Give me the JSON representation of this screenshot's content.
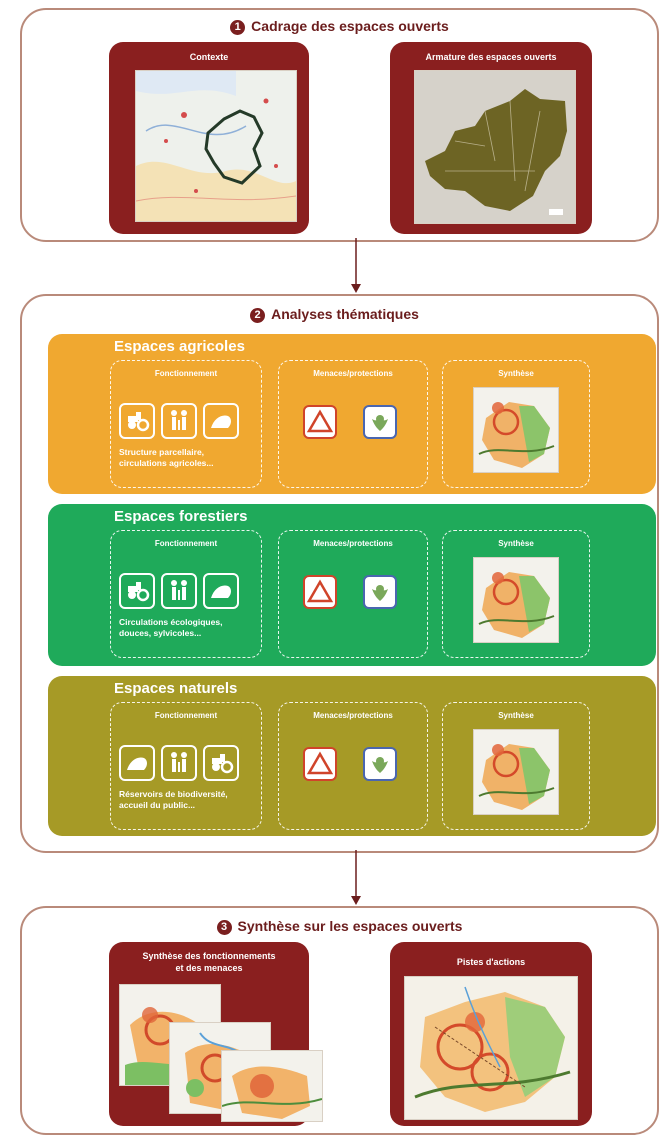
{
  "colors": {
    "frame": "#b98a7a",
    "dark_red": "#8a1f1f",
    "agricole": "#f0a830",
    "forestier": "#1faa5a",
    "naturel": "#a69a26",
    "threat_red": "#d0442a",
    "protect_blue": "#4a66b0"
  },
  "step1": {
    "number": "1",
    "title": "Cadrage des espaces ouverts",
    "cards": [
      {
        "label": "Contexte",
        "map_icon": "context-map"
      },
      {
        "label": "Armature des espaces ouverts",
        "map_icon": "open-space-map"
      }
    ]
  },
  "step2": {
    "number": "2",
    "title": "Analyses thématiques",
    "bands": [
      {
        "title": "Espaces agricoles",
        "color": "#f0a830",
        "fonctionnement": "Fonctionnement",
        "icons": [
          "tractor-icon",
          "people-icon",
          "frog-icon"
        ],
        "caption": "Structure parcellaire, circulations agricoles...",
        "menaces": "Menaces/protections",
        "synthese": "Synthèse"
      },
      {
        "title": "Espaces forestiers",
        "color": "#1faa5a",
        "fonctionnement": "Fonctionnement",
        "icons": [
          "tractor-icon",
          "people-icon",
          "frog-icon"
        ],
        "caption": "Circulations écologiques, douces, sylvicoles...",
        "menaces": "Menaces/protections",
        "synthese": "Synthèse"
      },
      {
        "title": "Espaces naturels",
        "color": "#a69a26",
        "fonctionnement": "Fonctionnement",
        "icons": [
          "frog-icon",
          "people-icon",
          "tractor-icon"
        ],
        "caption": "Réservoirs de biodiversité, accueil du public...",
        "menaces": "Menaces/protections",
        "synthese": "Synthèse"
      }
    ]
  },
  "step3": {
    "number": "3",
    "title": "Synthèse sur les espaces ouverts",
    "cards": [
      {
        "label_line1": "Synthèse des fonctionnements",
        "label_line2": "et des menaces"
      },
      {
        "label_line1": "Pistes d'actions",
        "label_line2": ""
      }
    ]
  }
}
